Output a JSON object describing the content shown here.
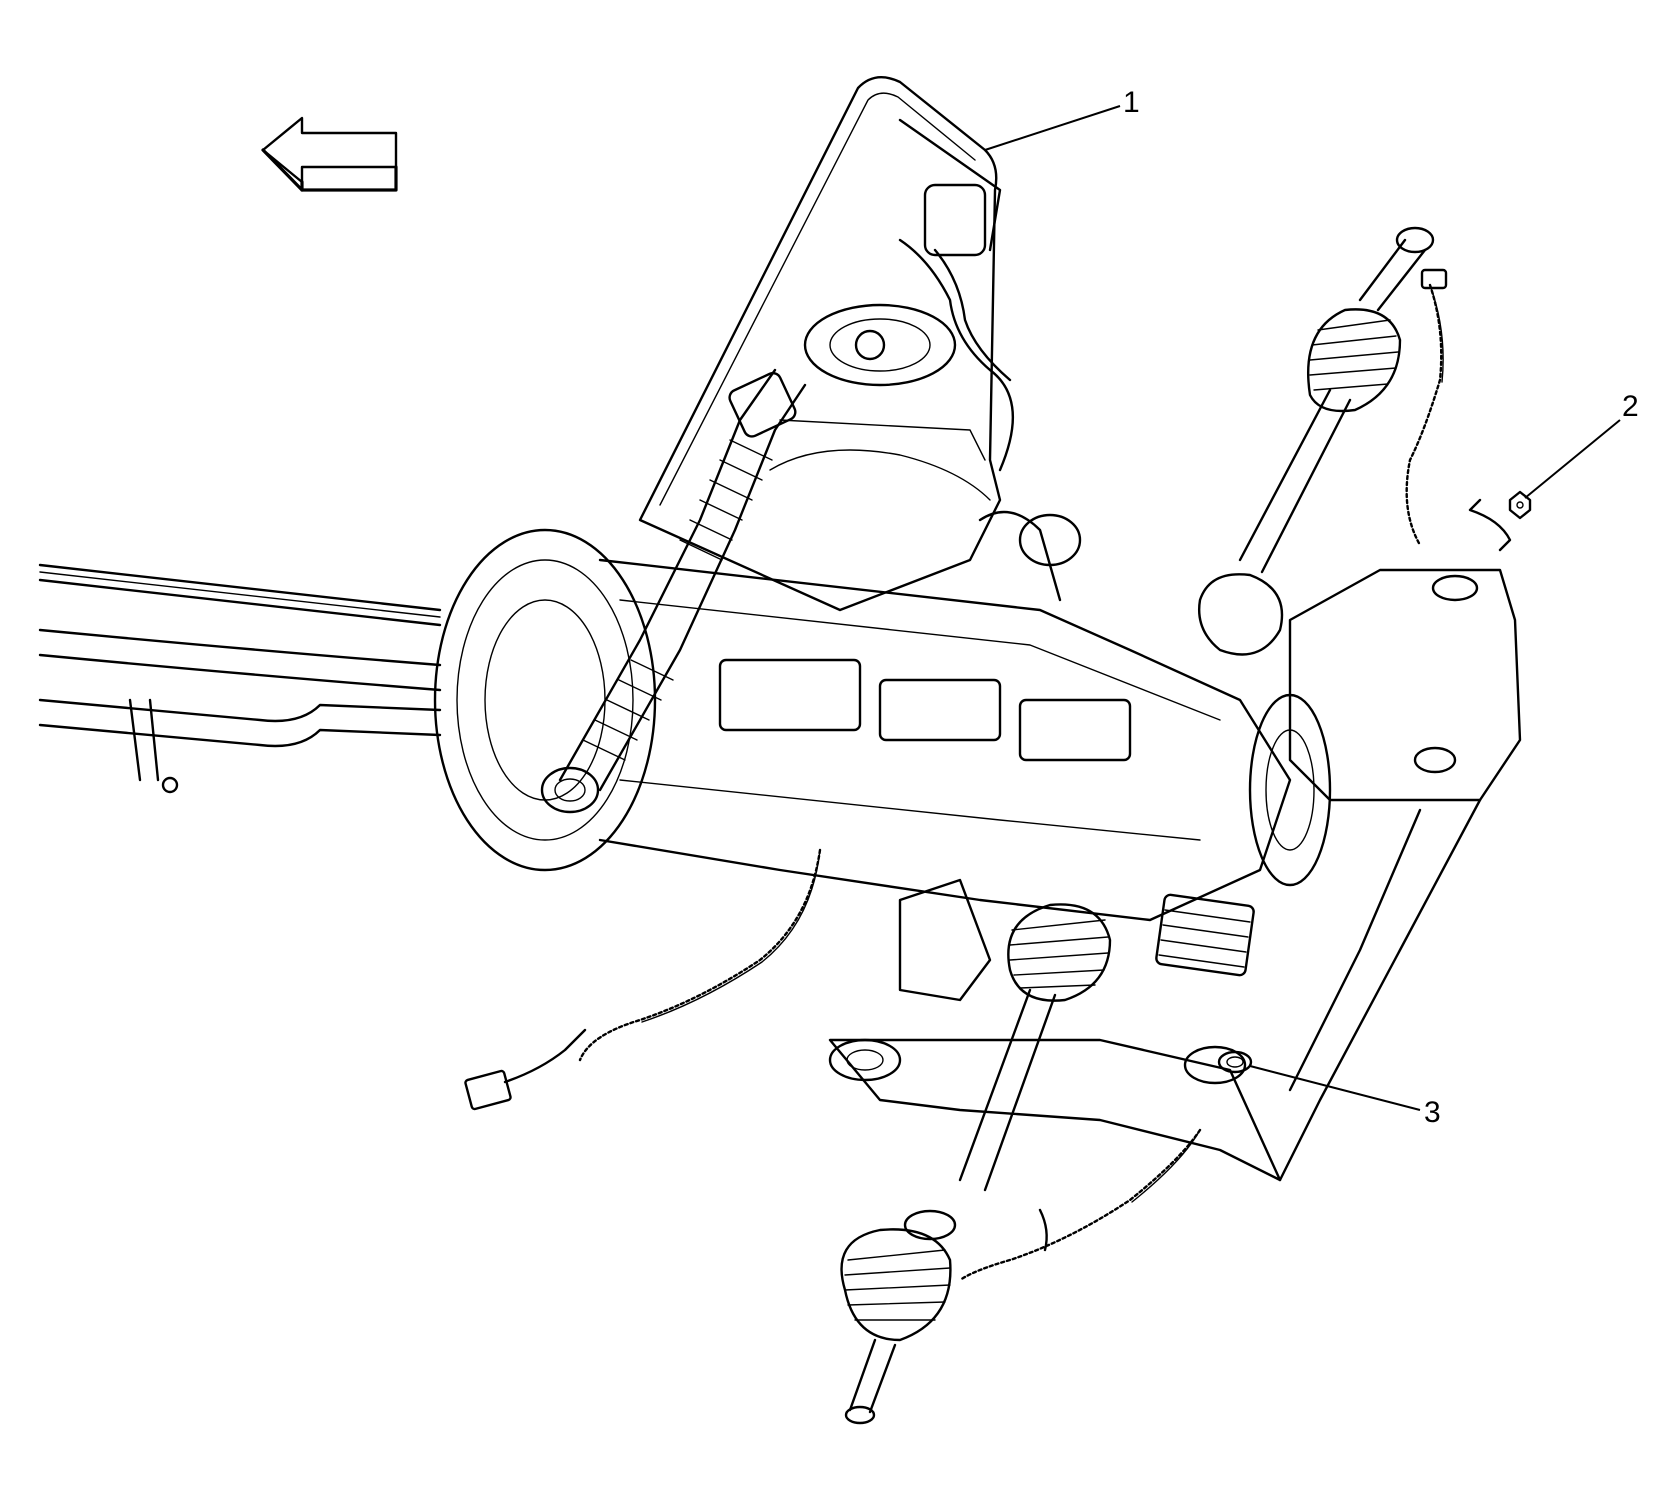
{
  "diagram": {
    "orientation_arrow": "left-arrow-icon",
    "callouts": [
      {
        "label": "1"
      },
      {
        "label": "2"
      },
      {
        "label": "3"
      }
    ]
  }
}
